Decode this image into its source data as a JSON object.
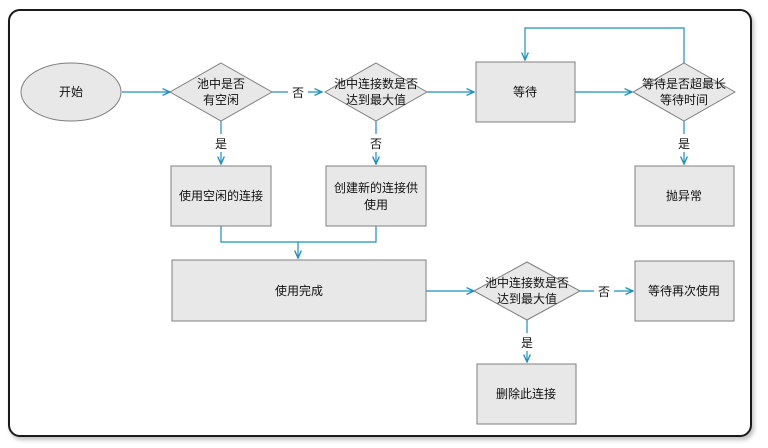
{
  "colors": {
    "edge": "#1b8fbf",
    "node_fill": "#e8e8e8",
    "node_stroke": "#7f7f7f"
  },
  "nodes": {
    "start": "开始",
    "check_idle": [
      "池中是否",
      "有空闲"
    ],
    "check_max_1": [
      "池中连接数是否",
      "达到最大值"
    ],
    "wait": "等待",
    "check_timeout": [
      "等待是否超最长",
      "等待时间"
    ],
    "use_idle": "使用空闲的连接",
    "create_new": [
      "创建新的连接供",
      "使用"
    ],
    "throw": "抛异常",
    "use_done": "使用完成",
    "check_max_2": [
      "池中连接数是否",
      "达到最大值"
    ],
    "wait_reuse": "等待再次使用",
    "delete": "删除此连接"
  },
  "edge_labels": {
    "idle_no": "否",
    "idle_yes": "是",
    "max1_no": "否",
    "timeout_yes": "是",
    "max2_no": "否",
    "max2_yes": "是"
  }
}
